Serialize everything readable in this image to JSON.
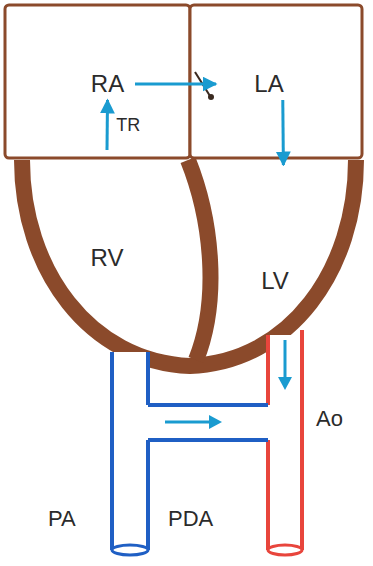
{
  "diagram": {
    "nodes": [
      {
        "text": [
          "RA"
        ]
      },
      {
        "text": [
          "LA"
        ]
      },
      {
        "text": [
          "RV"
        ]
      },
      {
        "text": [
          "LV"
        ]
      }
    ],
    "edges": [
      {
        "from": 0,
        "to": 1,
        "arrow": "to"
      },
      {
        "from": 2,
        "to": 0,
        "arrow": "to",
        "label": "TR"
      },
      {
        "from": 1,
        "to": 3,
        "arrow": "to"
      }
    ],
    "labels": [
      "PA",
      "PDA",
      "Ao"
    ]
  }
}
